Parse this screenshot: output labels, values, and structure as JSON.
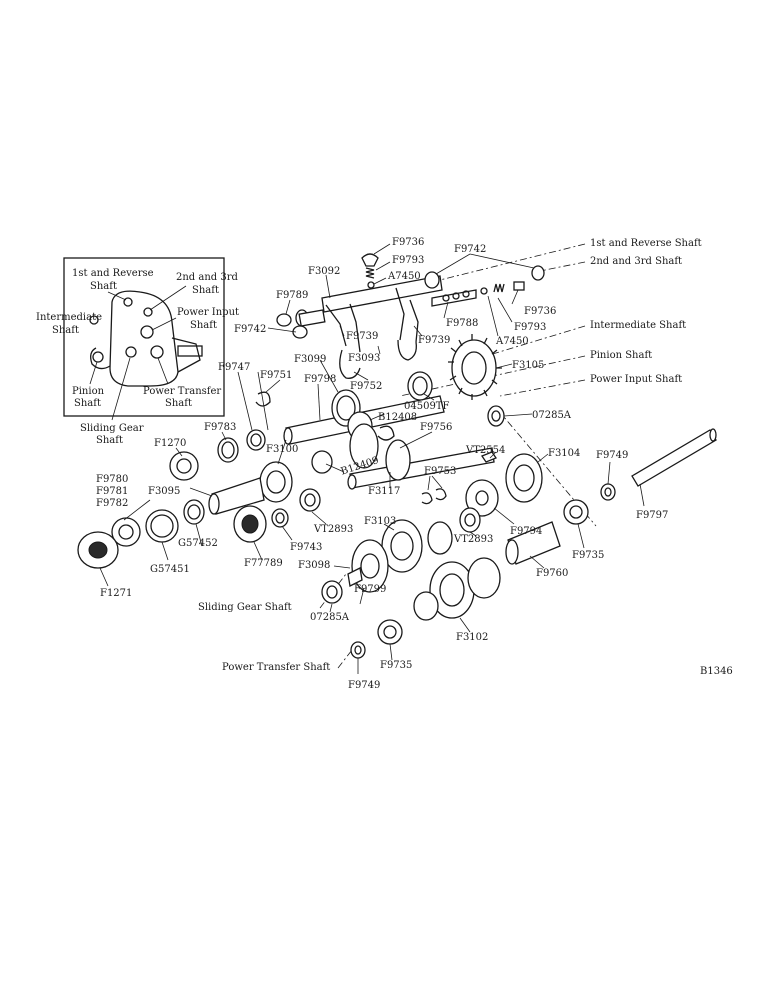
{
  "inset_labels": {
    "first_reverse": "1st and Reverse",
    "first_reverse_2": "Shaft",
    "second_third": "2nd and 3rd",
    "second_third_2": "Shaft",
    "intermediate": "Intermediate",
    "intermediate_2": "Shaft",
    "power_input": "Power Input",
    "power_input_2": "Shaft",
    "pinion": "Pinion",
    "pinion_2": "Shaft",
    "power_transfer": "Power Transfer",
    "power_transfer_2": "Shaft",
    "sliding_gear": "Sliding Gear",
    "sliding_gear_2": "Shaft"
  },
  "shaft_labels": {
    "first_reverse": "1st and Reverse Shaft",
    "second_third": "2nd and 3rd Shaft",
    "intermediate": "Intermediate Shaft",
    "pinion": "Pinion Shaft",
    "power_input": "Power Input Shaft",
    "sliding_gear": "Sliding Gear Shaft",
    "power_transfer": "Power Transfer Shaft"
  },
  "part_numbers": {
    "F9736_a": "F9736",
    "F9793_a": "F9793",
    "A7450_a": "A7450",
    "F9742_a": "F9742",
    "F3092": "F3092",
    "F9789": "F9789",
    "F9742_b": "F9742",
    "F9739_a": "F9739",
    "F9736_b": "F9736",
    "F9788": "F9788",
    "F9793_b": "F9793",
    "F9739_b": "F9739",
    "A7450_b": "A7450",
    "F3093": "F3093",
    "F3099": "F3099",
    "F9752": "F9752",
    "F3105": "F3105",
    "F9747": "F9747",
    "F9751": "F9751",
    "F9798": "F9798",
    "B12408": "B12408",
    "04509TF": "04509TF",
    "07285A_a": "07285A",
    "F9783": "F9783",
    "F3100": "F3100",
    "F9756": "F9756",
    "F1270": "F1270",
    "B12409": "B12409",
    "VT2554": "VT2554",
    "F3104": "F3104",
    "F9749_a": "F9749",
    "F9780": "F9780",
    "F9781": "F9781",
    "F9782": "F9782",
    "F3095": "F3095",
    "F9753": "F9753",
    "F3117": "F3117",
    "F9797": "F9797",
    "G57452": "G57452",
    "VT2893_a": "VT2893",
    "F9794": "F9794",
    "F3103": "F3103",
    "VT2893_b": "VT2893",
    "F9735_a": "F9735",
    "F9743": "F9743",
    "G57451": "G57451",
    "F77789": "F77789",
    "F3098": "F3098",
    "F9760": "F9760",
    "F1271": "F1271",
    "F9799": "F9799",
    "07285A_b": "07285A",
    "F3102": "F3102",
    "F9735_b": "F9735",
    "F9749_b": "F9749"
  },
  "figure_id": "B1346"
}
